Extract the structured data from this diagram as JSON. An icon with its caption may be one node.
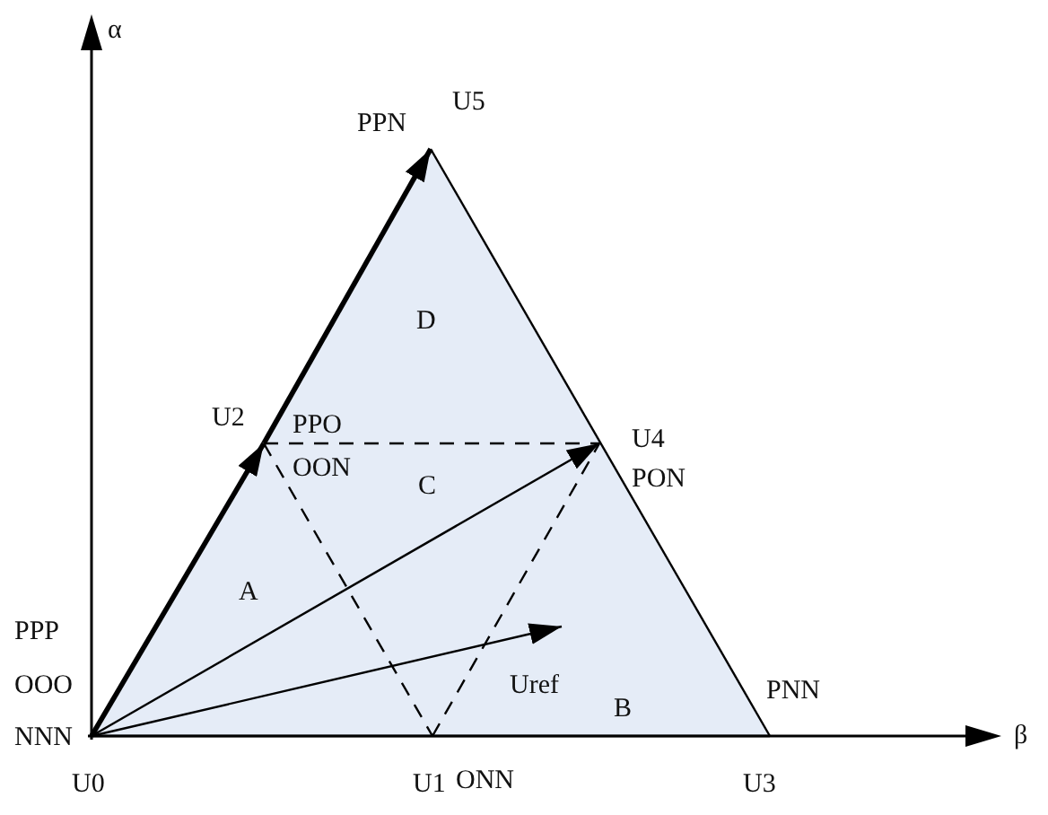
{
  "diagram": {
    "nodes": [
      {
        "text": [
          "U0"
        ],
        "beside": [
          "PPP",
          "OOO",
          "NNN"
        ]
      },
      {
        "text": [
          "U1"
        ],
        "beside": [
          "ONN"
        ]
      },
      {
        "text": [
          "U2"
        ],
        "beside": [
          "PPO",
          "OON"
        ]
      },
      {
        "text": [
          "U3"
        ],
        "beside": [
          "PNN"
        ]
      },
      {
        "text": [
          "U4"
        ],
        "beside": [
          "PON"
        ]
      },
      {
        "text": [
          "U5"
        ],
        "beside": [
          "PPN"
        ]
      },
      {
        "text": [
          "Uref"
        ]
      }
    ],
    "edges": [
      {
        "from": 0,
        "to": 2,
        "arrow": "to",
        "style": "thick"
      },
      {
        "from": 2,
        "to": 5,
        "arrow": "to",
        "style": "thick"
      },
      {
        "from": 5,
        "to": 3,
        "arrow": "none"
      },
      {
        "from": 0,
        "to": 1,
        "arrow": "none"
      },
      {
        "from": 1,
        "to": 3,
        "arrow": "none"
      },
      {
        "from": 0,
        "to": 4,
        "arrow": "to"
      },
      {
        "from": 0,
        "to": 6,
        "arrow": "to"
      },
      {
        "from": 2,
        "to": 4,
        "arrow": "none",
        "style": "dashed"
      },
      {
        "from": 2,
        "to": 1,
        "arrow": "none",
        "style": "dashed"
      },
      {
        "from": 1,
        "to": 4,
        "arrow": "none",
        "style": "dashed"
      }
    ],
    "labels": [
      "α",
      "β",
      "D",
      "C",
      "A",
      "B"
    ]
  }
}
